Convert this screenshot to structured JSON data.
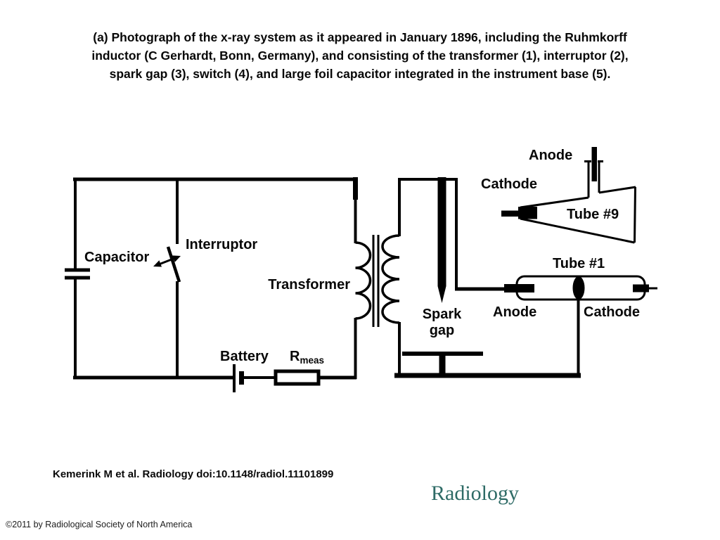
{
  "caption": "(a) Photograph of the x-ray system as it appeared in January 1896, including the Ruhmkorff\ninductor (C Gerhardt, Bonn, Germany), and consisting of the transformer (1), interruptor (2),\nspark gap (3), switch (4), and large foil capacitor integrated in the instrument base (5).",
  "diagram": {
    "labels": {
      "capacitor": "Capacitor",
      "interruptor": "Interruptor",
      "transformer": "Transformer",
      "battery": "Battery",
      "r_meas_base": "R",
      "r_meas_sub": "meas",
      "spark_gap": "Spark\ngap",
      "tube9_anode": "Anode",
      "tube9_cathode": "Cathode",
      "tube9_name": "Tube #9",
      "tube1_name": "Tube #1",
      "tube1_anode": "Anode",
      "tube1_cathode": "Cathode"
    }
  },
  "footer": {
    "citation": "Kemerink M et al. Radiology doi:10.1148/radiol.11101899",
    "journal_logo": "Radiology",
    "copyright": "©2011 by Radiological Society of North America"
  },
  "colors": {
    "ink": "#000000",
    "journal_teal": "#2E6B66"
  }
}
